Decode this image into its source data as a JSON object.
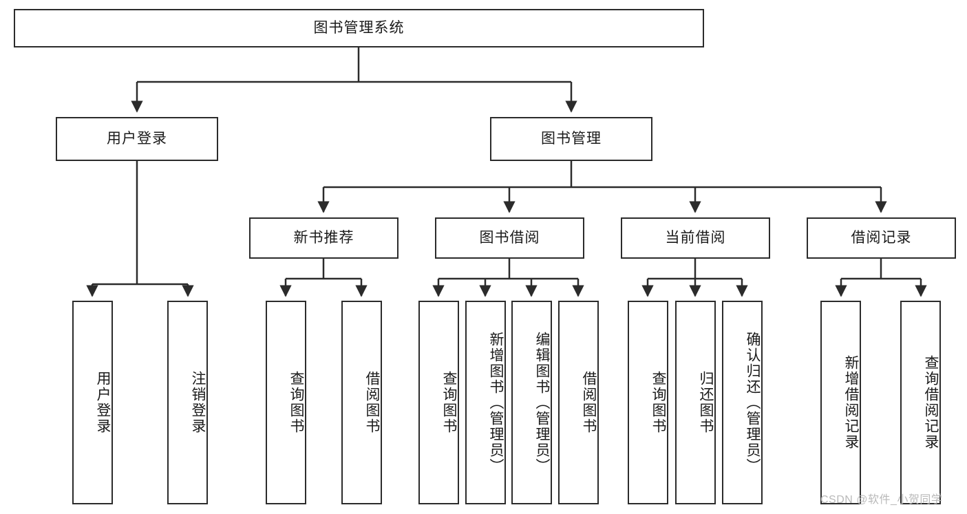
{
  "diagram": {
    "title_node": {
      "label": "图书管理系统"
    },
    "level2": [
      {
        "id": "user-login",
        "label": "用户登录"
      },
      {
        "id": "book-management",
        "label": "图书管理"
      }
    ],
    "level3": [
      {
        "id": "new-book-recommend",
        "label": "新书推荐"
      },
      {
        "id": "book-borrow",
        "label": "图书借阅"
      },
      {
        "id": "current-borrow",
        "label": "当前借阅"
      },
      {
        "id": "borrow-record",
        "label": "借阅记录"
      }
    ],
    "leaves": {
      "user_login": [
        {
          "id": "leaf-user-login",
          "label": "用户登录"
        },
        {
          "id": "leaf-logout-login",
          "label": "注销登录"
        }
      ],
      "new_book_recommend": [
        {
          "id": "leaf-query-book-1",
          "label": "查询图书"
        },
        {
          "id": "leaf-borrow-book-1",
          "label": "借阅图书"
        }
      ],
      "book_borrow": [
        {
          "id": "leaf-query-book-2",
          "label": "查询图书"
        },
        {
          "id": "leaf-add-book",
          "label": "新增图书（管理员）"
        },
        {
          "id": "leaf-edit-book",
          "label": "编辑图书（管理员）"
        },
        {
          "id": "leaf-borrow-book-2",
          "label": "借阅图书"
        }
      ],
      "current_borrow": [
        {
          "id": "leaf-query-book-3",
          "label": "查询图书"
        },
        {
          "id": "leaf-return-book",
          "label": "归还图书"
        },
        {
          "id": "leaf-confirm-return",
          "label": "确认归还（管理员）"
        }
      ],
      "borrow_record": [
        {
          "id": "leaf-add-record",
          "label": "新增借阅记录"
        },
        {
          "id": "leaf-query-record",
          "label": "查询借阅记录"
        }
      ]
    }
  },
  "watermark": {
    "text": "CSDN @软件_小贺同学"
  },
  "colors": {
    "stroke": "#2b2b2b",
    "background": "#ffffff",
    "text": "#1a1a1a",
    "watermark": "#b9b9b9"
  }
}
